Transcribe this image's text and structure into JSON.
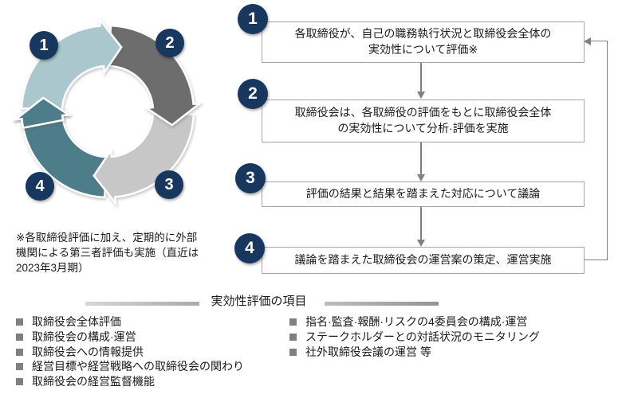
{
  "colors": {
    "badge": "#17375E",
    "connector": "#808080",
    "box_border": "#A6A6A6",
    "bullet": "#7F7F7F",
    "text": "#1A1A1A"
  },
  "cycle": {
    "segments": [
      {
        "number": "1",
        "color": "#A9C7CD"
      },
      {
        "number": "2",
        "color": "#6D6D6D"
      },
      {
        "number": "3",
        "color": "#C7C7C7"
      },
      {
        "number": "4",
        "color": "#4E7D8A"
      }
    ]
  },
  "flow": {
    "steps": [
      {
        "number": "1",
        "lines": [
          "各取締役が、自己の職務執行状況と取締役会全体の",
          "実効性について評価※"
        ]
      },
      {
        "number": "2",
        "lines": [
          "取締役会は、各取締役の評価をもとに取締役会全体",
          "の実効性について分析·評価を実施"
        ]
      },
      {
        "number": "3",
        "lines": [
          "評価の結果と結果を踏まえた対応について議論"
        ]
      },
      {
        "number": "4",
        "lines": [
          "議論を踏まえた取締役会の運営案の策定、運営実施"
        ]
      }
    ]
  },
  "footnote": {
    "lines": [
      "※各取締役評価に加え、定期的に外部",
      "機関による第三者評価も実施（直近は",
      "2023年3月期）"
    ]
  },
  "items_section": {
    "title": "実効性評価の項目",
    "left_items": [
      "取締役会全体評価",
      "取締役会の構成·運営",
      "取締役会への情報提供",
      "経営目標や経営戦略への取締役会の関わり",
      "取締役会の経営監督機能"
    ],
    "right_items": [
      "指名·監査·報酬·リスクの4委員会の構成·運営",
      "ステークホルダーとの対話状況のモニタリング",
      "社外取締役会議の運営 等"
    ]
  }
}
